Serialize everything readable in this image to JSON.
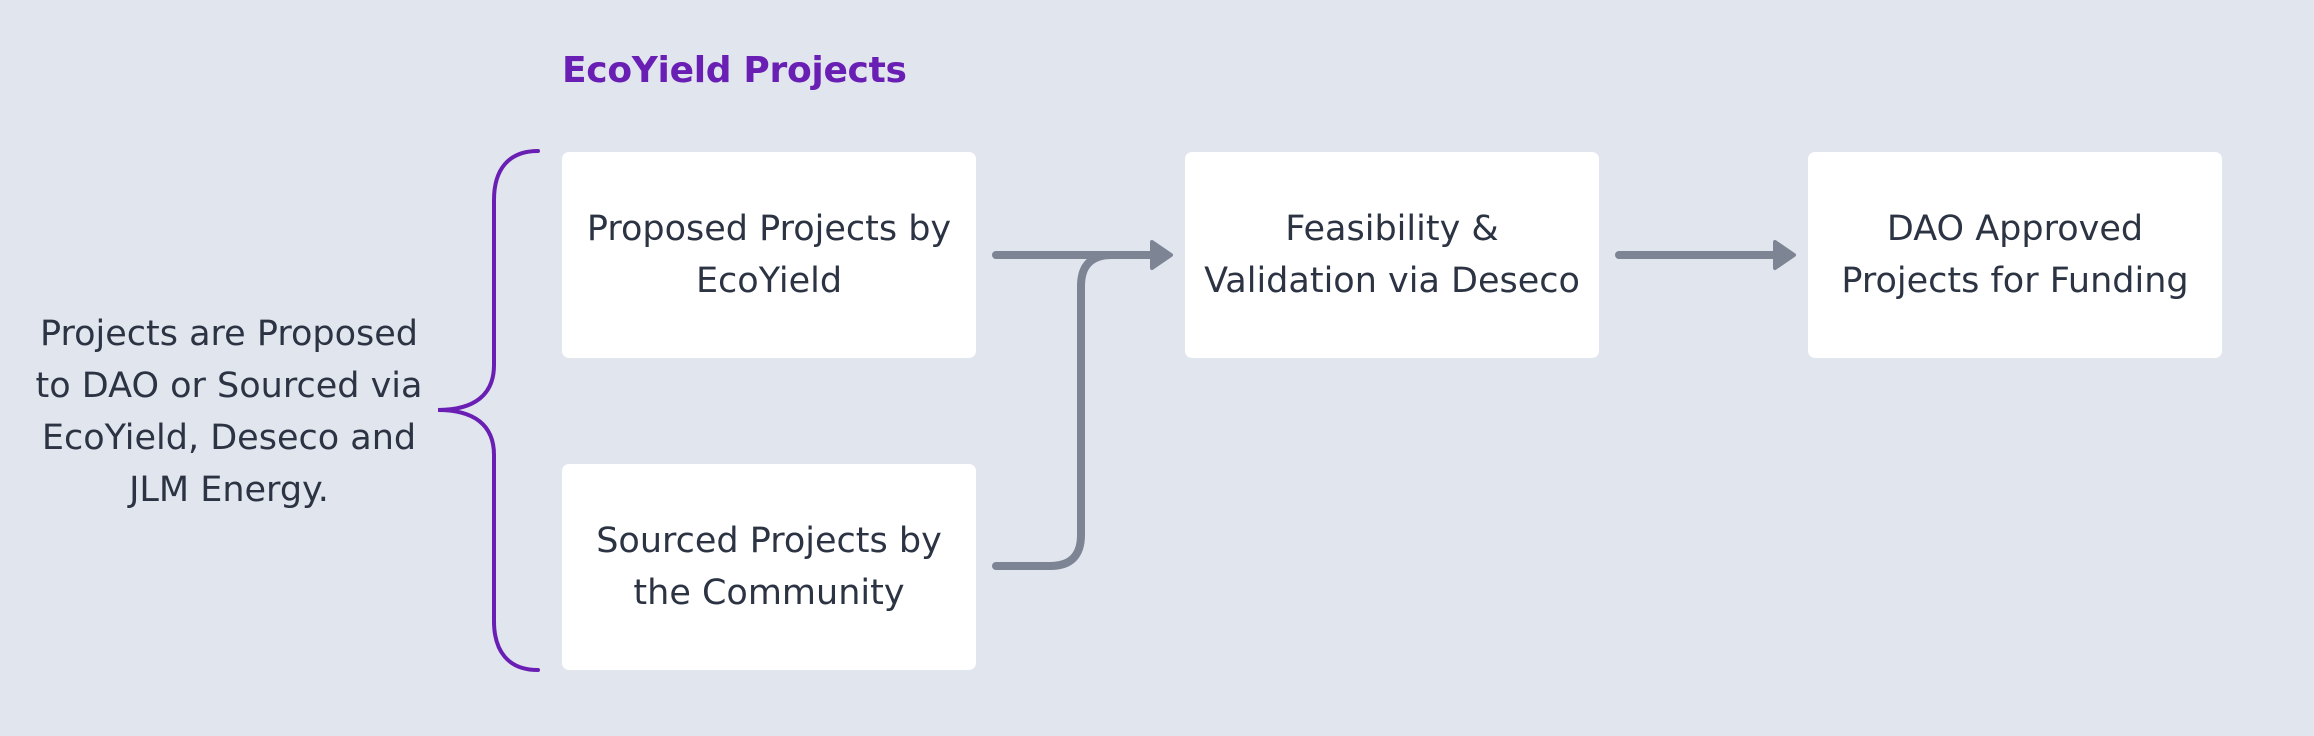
{
  "diagram": {
    "heading": "EcoYield Projects",
    "intro_text": "Projects are Proposed to DAO or Sourced via EcoYield, Deseco and JLM Energy.",
    "nodes": {
      "proposed": "Proposed Projects by EcoYield",
      "sourced": "Sourced Projects by the Community",
      "feasibility": "Feasibility & Validation via Deseco",
      "approved": "DAO Approved Projects for Funding"
    },
    "colors": {
      "background": "#e1e5ed",
      "accent": "#6a1fb4",
      "box": "#ffffff",
      "text": "#2c3444",
      "arrow": "#7d8594"
    }
  }
}
